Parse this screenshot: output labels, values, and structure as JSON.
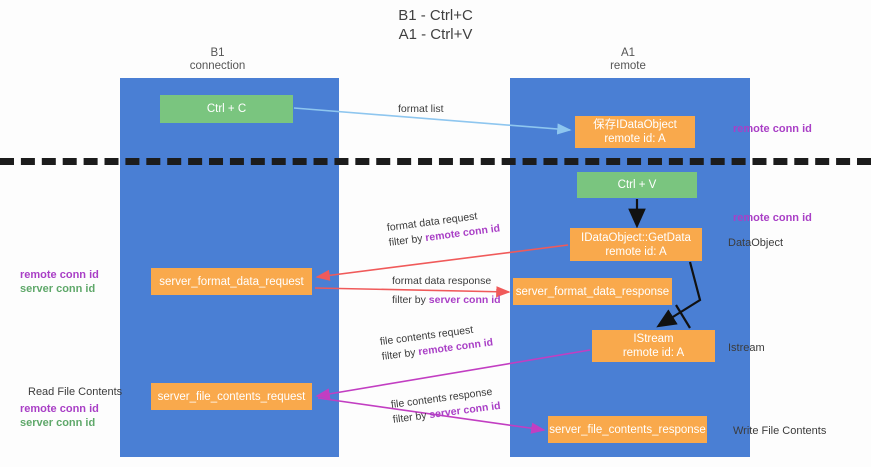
{
  "title": {
    "line1": "B1 - Ctrl+C",
    "line2": "A1 - Ctrl+V"
  },
  "lanes": [
    {
      "name": "B1",
      "subtitle": "connection",
      "color": "#4a7fd4"
    },
    {
      "name": "A1",
      "subtitle": "remote",
      "color": "#4a7fd4"
    }
  ],
  "colors": {
    "lane": "#4a7fd4",
    "green_node": "#7ac57f",
    "orange_node": "#f9a94c",
    "purple_text": "#a93fc6",
    "green_text": "#5fa86a",
    "arrow_blue": "#8ec6ef",
    "arrow_red": "#f05a5a",
    "arrow_magenta": "#c23ec2",
    "arrow_black": "#111111",
    "divider": "#1c1c1c"
  },
  "nodes": {
    "ctrl_c": {
      "line1": "Ctrl + C",
      "line2": ""
    },
    "idataobject": {
      "line1": "保存IDataObject",
      "line2": "remote id: A"
    },
    "ctrl_v": {
      "line1": "Ctrl + V",
      "line2": ""
    },
    "getdata": {
      "line1": "IDataObject::GetData",
      "line2": "remote id: A"
    },
    "server_format_data_request": {
      "line1": "server_format_data_request",
      "line2": ""
    },
    "server_format_data_response": {
      "line1": "server_format_data_response",
      "line2": ""
    },
    "istream": {
      "line1": "IStream",
      "line2": "remote id: A"
    },
    "server_file_contents_request": {
      "line1": "server_file_contents_request",
      "line2": ""
    },
    "server_file_contents_response": {
      "line1": "server_file_contents_response",
      "line2": ""
    }
  },
  "edge_labels": {
    "format_list": {
      "line1": "format list",
      "line2": "",
      "filter_prefix": "",
      "filter_key": ""
    },
    "format_data_request": {
      "line1": "format data request",
      "filter_prefix": "filter by ",
      "filter_key": "remote conn id"
    },
    "format_data_response": {
      "line1": "format data response",
      "filter_prefix": "filter by ",
      "filter_key": "server conn id"
    },
    "file_contents_request": {
      "line1": "file contents request",
      "filter_prefix": "filter by ",
      "filter_key": "remote conn id"
    },
    "file_contents_response": {
      "line1": "file contents response",
      "filter_prefix": "filter by ",
      "filter_key": "server conn id"
    }
  },
  "annotations": {
    "right_remote_conn_id_top": "remote conn id",
    "right_remote_conn_id_mid": "remote conn id",
    "right_dataobject": "DataObject",
    "right_istream": "Istream",
    "right_write_file_contents": "Write File Contents",
    "left_remote_conn_id": "remote conn id",
    "left_server_conn_id": "server conn id",
    "left_read_file_contents": "Read File Contents",
    "left_remote_conn_id_2": "remote conn id",
    "left_server_conn_id_2": "server conn id"
  }
}
